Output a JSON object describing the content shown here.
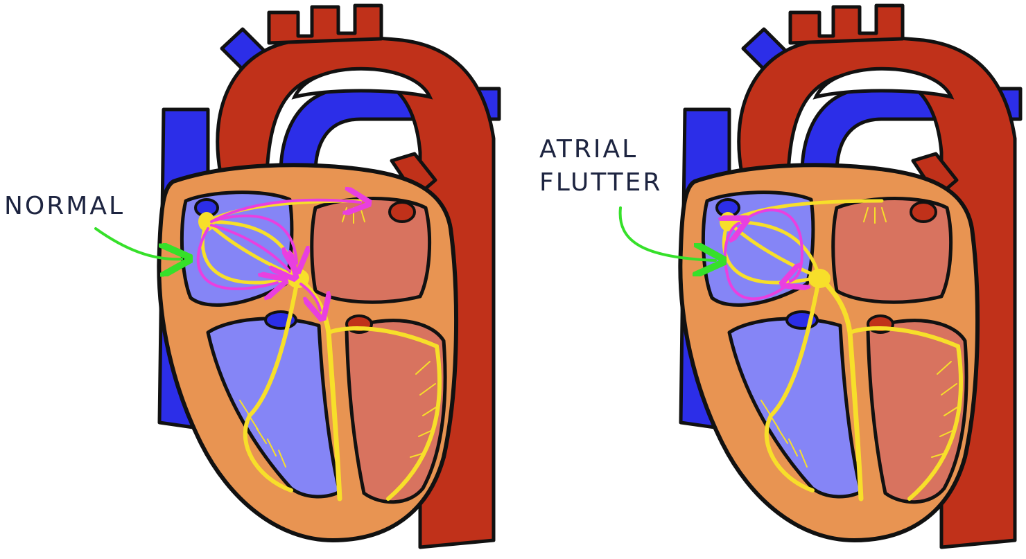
{
  "labels": {
    "normal": "NORMAL",
    "flutter_line1": "ATRIAL",
    "flutter_line2": "FLUTTER"
  },
  "panels": [
    {
      "id": "normal",
      "conduction": "normal"
    },
    {
      "id": "atrial-flutter",
      "conduction": "re-entry circuit"
    }
  ],
  "colors": {
    "artery_red": "#c0311a",
    "vein_blue": "#2c2ee8",
    "myocardium": "#e89452",
    "right_chamber": "#8585f6",
    "left_chamber": "#d8735f",
    "conduction_yellow": "#f7df2a",
    "signal_magenta": "#e93fe0",
    "pointer_green": "#36e02a",
    "outline": "#111111"
  },
  "icons": [
    "heart-diagram",
    "arrow-pointer"
  ]
}
